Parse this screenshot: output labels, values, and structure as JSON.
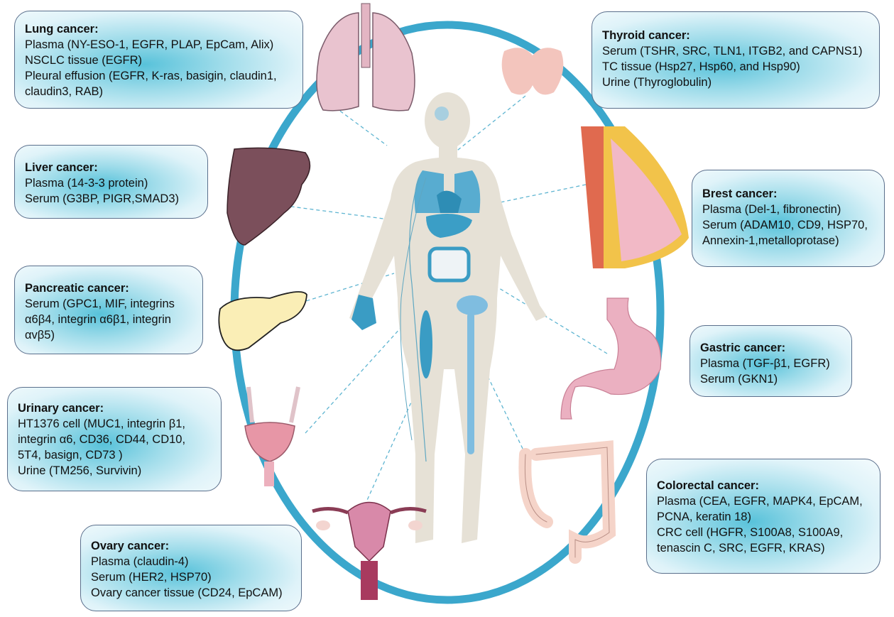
{
  "diagram": {
    "description": "Extracellular vesicle / exosome biomarkers across cancer types, arranged around a human body illustration",
    "colors": {
      "ring": "#3ba7cc",
      "box_border": "#5a6f8c",
      "box_fill_center": "#58c2da",
      "box_fill_edge": "#f4fbfd",
      "body": "#e6e1d6",
      "organ_blue": "#3a9cc4",
      "connector": "#5fb5d1"
    },
    "boxes": {
      "lung": {
        "title": "Lung cancer:",
        "lines": [
          "Plasma (NY-ESO-1, EGFR, PLAP, EpCam, Alix)",
          "NSCLC tissue (EGFR)",
          "Pleural effusion (EGFR, K-ras, basigin, claudin1,",
          "claudin3, RAB)"
        ]
      },
      "thyroid": {
        "title": "Thyroid cancer:",
        "lines": [
          "Serum (TSHR, SRC, TLN1, ITGB2, and CAPNS1)",
          "TC tissue (Hsp27, Hsp60, and Hsp90)",
          "Urine (Thyroglobulin)"
        ]
      },
      "liver": {
        "title": "Liver cancer:",
        "lines": [
          "Plasma (14-3-3 protein)",
          "Serum (G3BP, PIGR,SMAD3)"
        ]
      },
      "breast": {
        "title": "Brest cancer:",
        "lines": [
          "Plasma (Del-1, fibronectin)",
          "Serum (ADAM10, CD9, HSP70,",
          "Annexin-1,metalloprotase)"
        ]
      },
      "pancreatic": {
        "title": "Pancreatic cancer:",
        "lines": [
          "Serum (GPC1, MIF, integrins",
          "α6β4, integrin α6β1, integrin",
          "αvβ5)"
        ]
      },
      "gastric": {
        "title": "Gastric cancer:",
        "lines": [
          "Plasma (TGF-β1, EGFR)",
          "Serum (GKN1)"
        ]
      },
      "urinary": {
        "title": "Urinary cancer:",
        "lines": [
          "HT1376 cell (MUC1, integrin β1,",
          "integrin α6, CD36, CD44, CD10,",
          "5T4, basign, CD73 )",
          "Urine (TM256, Survivin)"
        ]
      },
      "colorectal": {
        "title": "Colorectal cancer:",
        "lines": [
          "Plasma (CEA, EGFR, MAPK4, EpCAM,",
          "PCNA, keratin 18)",
          "CRC cell (HGFR, S100A8, S100A9,",
          "tenascin C, SRC, EGFR, KRAS)"
        ]
      },
      "ovary": {
        "title": "Ovary cancer:",
        "lines": [
          "Plasma (claudin-4)",
          "Serum (HER2, HSP70)",
          "Ovary cancer tissue (CD24, EpCAM)"
        ]
      }
    },
    "organs": [
      "lungs",
      "thyroid",
      "liver",
      "breast",
      "pancreas",
      "stomach",
      "bladder",
      "colon",
      "uterus"
    ]
  }
}
